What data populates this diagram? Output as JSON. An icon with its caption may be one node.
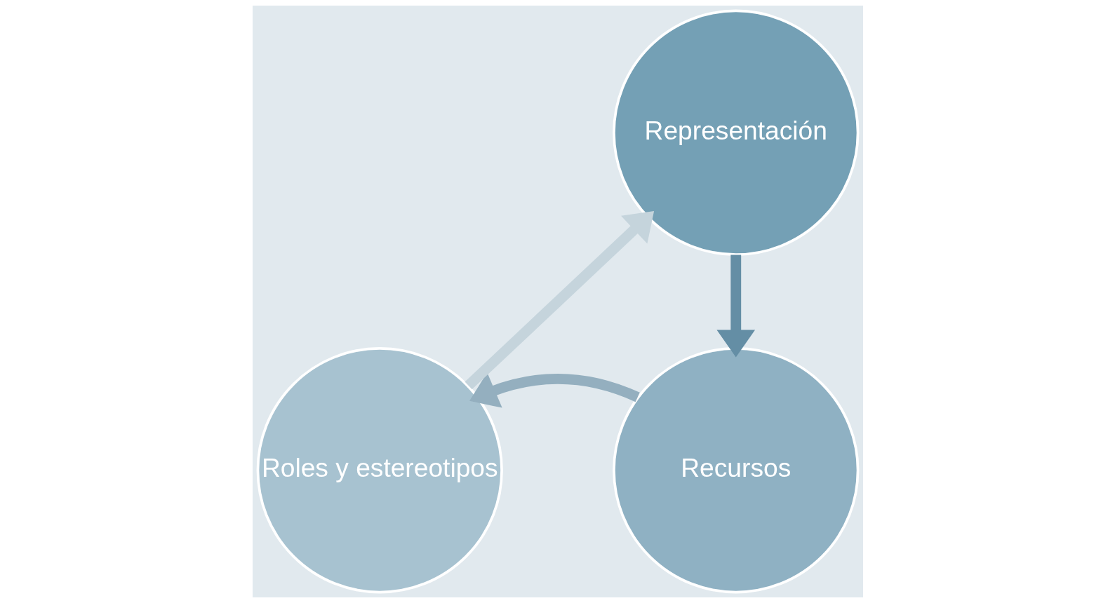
{
  "diagram": {
    "nodes": [
      {
        "text": [
          "Representación"
        ]
      },
      {
        "text": [
          "Recursos"
        ]
      },
      {
        "text": [
          "Roles y estereotipos"
        ]
      }
    ],
    "edges": [
      {
        "from": 0,
        "to": 1,
        "arrow": "to",
        "color": "#648ea5"
      },
      {
        "from": 1,
        "to": 2,
        "arrow": "to",
        "color": "#94afbf"
      },
      {
        "from": 2,
        "to": 0,
        "arrow": "to",
        "color": "#c5d4dc"
      }
    ]
  }
}
